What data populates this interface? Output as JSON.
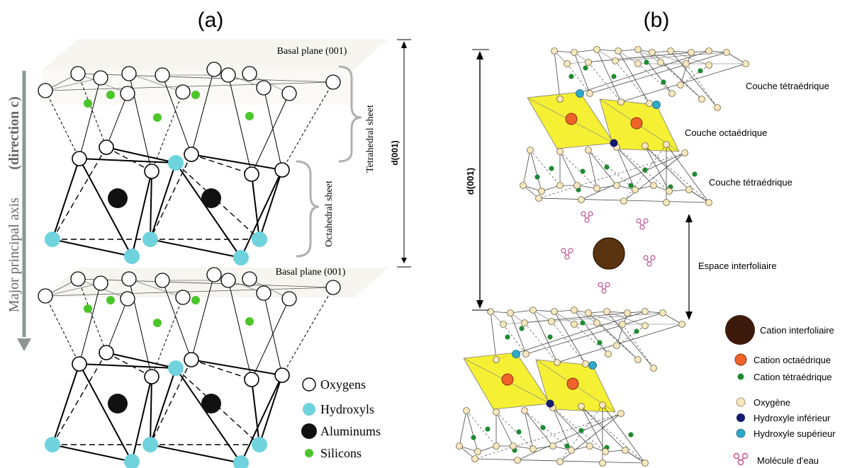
{
  "panel_a": {
    "label": "(a)",
    "basal_plane_top": "Basal plane (001)",
    "basal_plane_bottom": "Basal plane (001)",
    "tetrahedral_sheet": "Tetrahedral sheet",
    "octahedral_sheet": "Octahedral sheet",
    "d001": "d(001)",
    "axis_label": "Major principal axis",
    "axis_direction": "(direction c)",
    "legend": [
      {
        "label": "Oxygens",
        "color": "#ffffff"
      },
      {
        "label": "Hydroxyls",
        "color": "#6fd3de"
      },
      {
        "label": "Aluminums",
        "color": "#111111"
      },
      {
        "label": "Silicons",
        "color": "#4cc52a"
      }
    ]
  },
  "panel_b": {
    "label": "(b)",
    "d001": "d(001)",
    "couche_tetra_top": "Couche tétraédrique",
    "couche_octa": "Couche octaédrique",
    "couche_tetra_bottom": "Couche tétraédrique",
    "espace": "Espace interfoliaire",
    "legend": [
      {
        "label": "Cation interfoliaire",
        "color": "#3d1a0c"
      },
      {
        "label": "Cation octaédrique",
        "color": "#f0642a"
      },
      {
        "label": "Cation tétraédrique",
        "color": "#1e8a32"
      },
      {
        "label": "Oxygène",
        "color": "#f6e7bd"
      },
      {
        "label": "Hydroxyle inférieur",
        "color": "#141a6e"
      },
      {
        "label": "Hydroxyle supérieur",
        "color": "#2ea9c8"
      },
      {
        "label": "Molécule d'eau",
        "color": "#c1508e"
      }
    ]
  }
}
